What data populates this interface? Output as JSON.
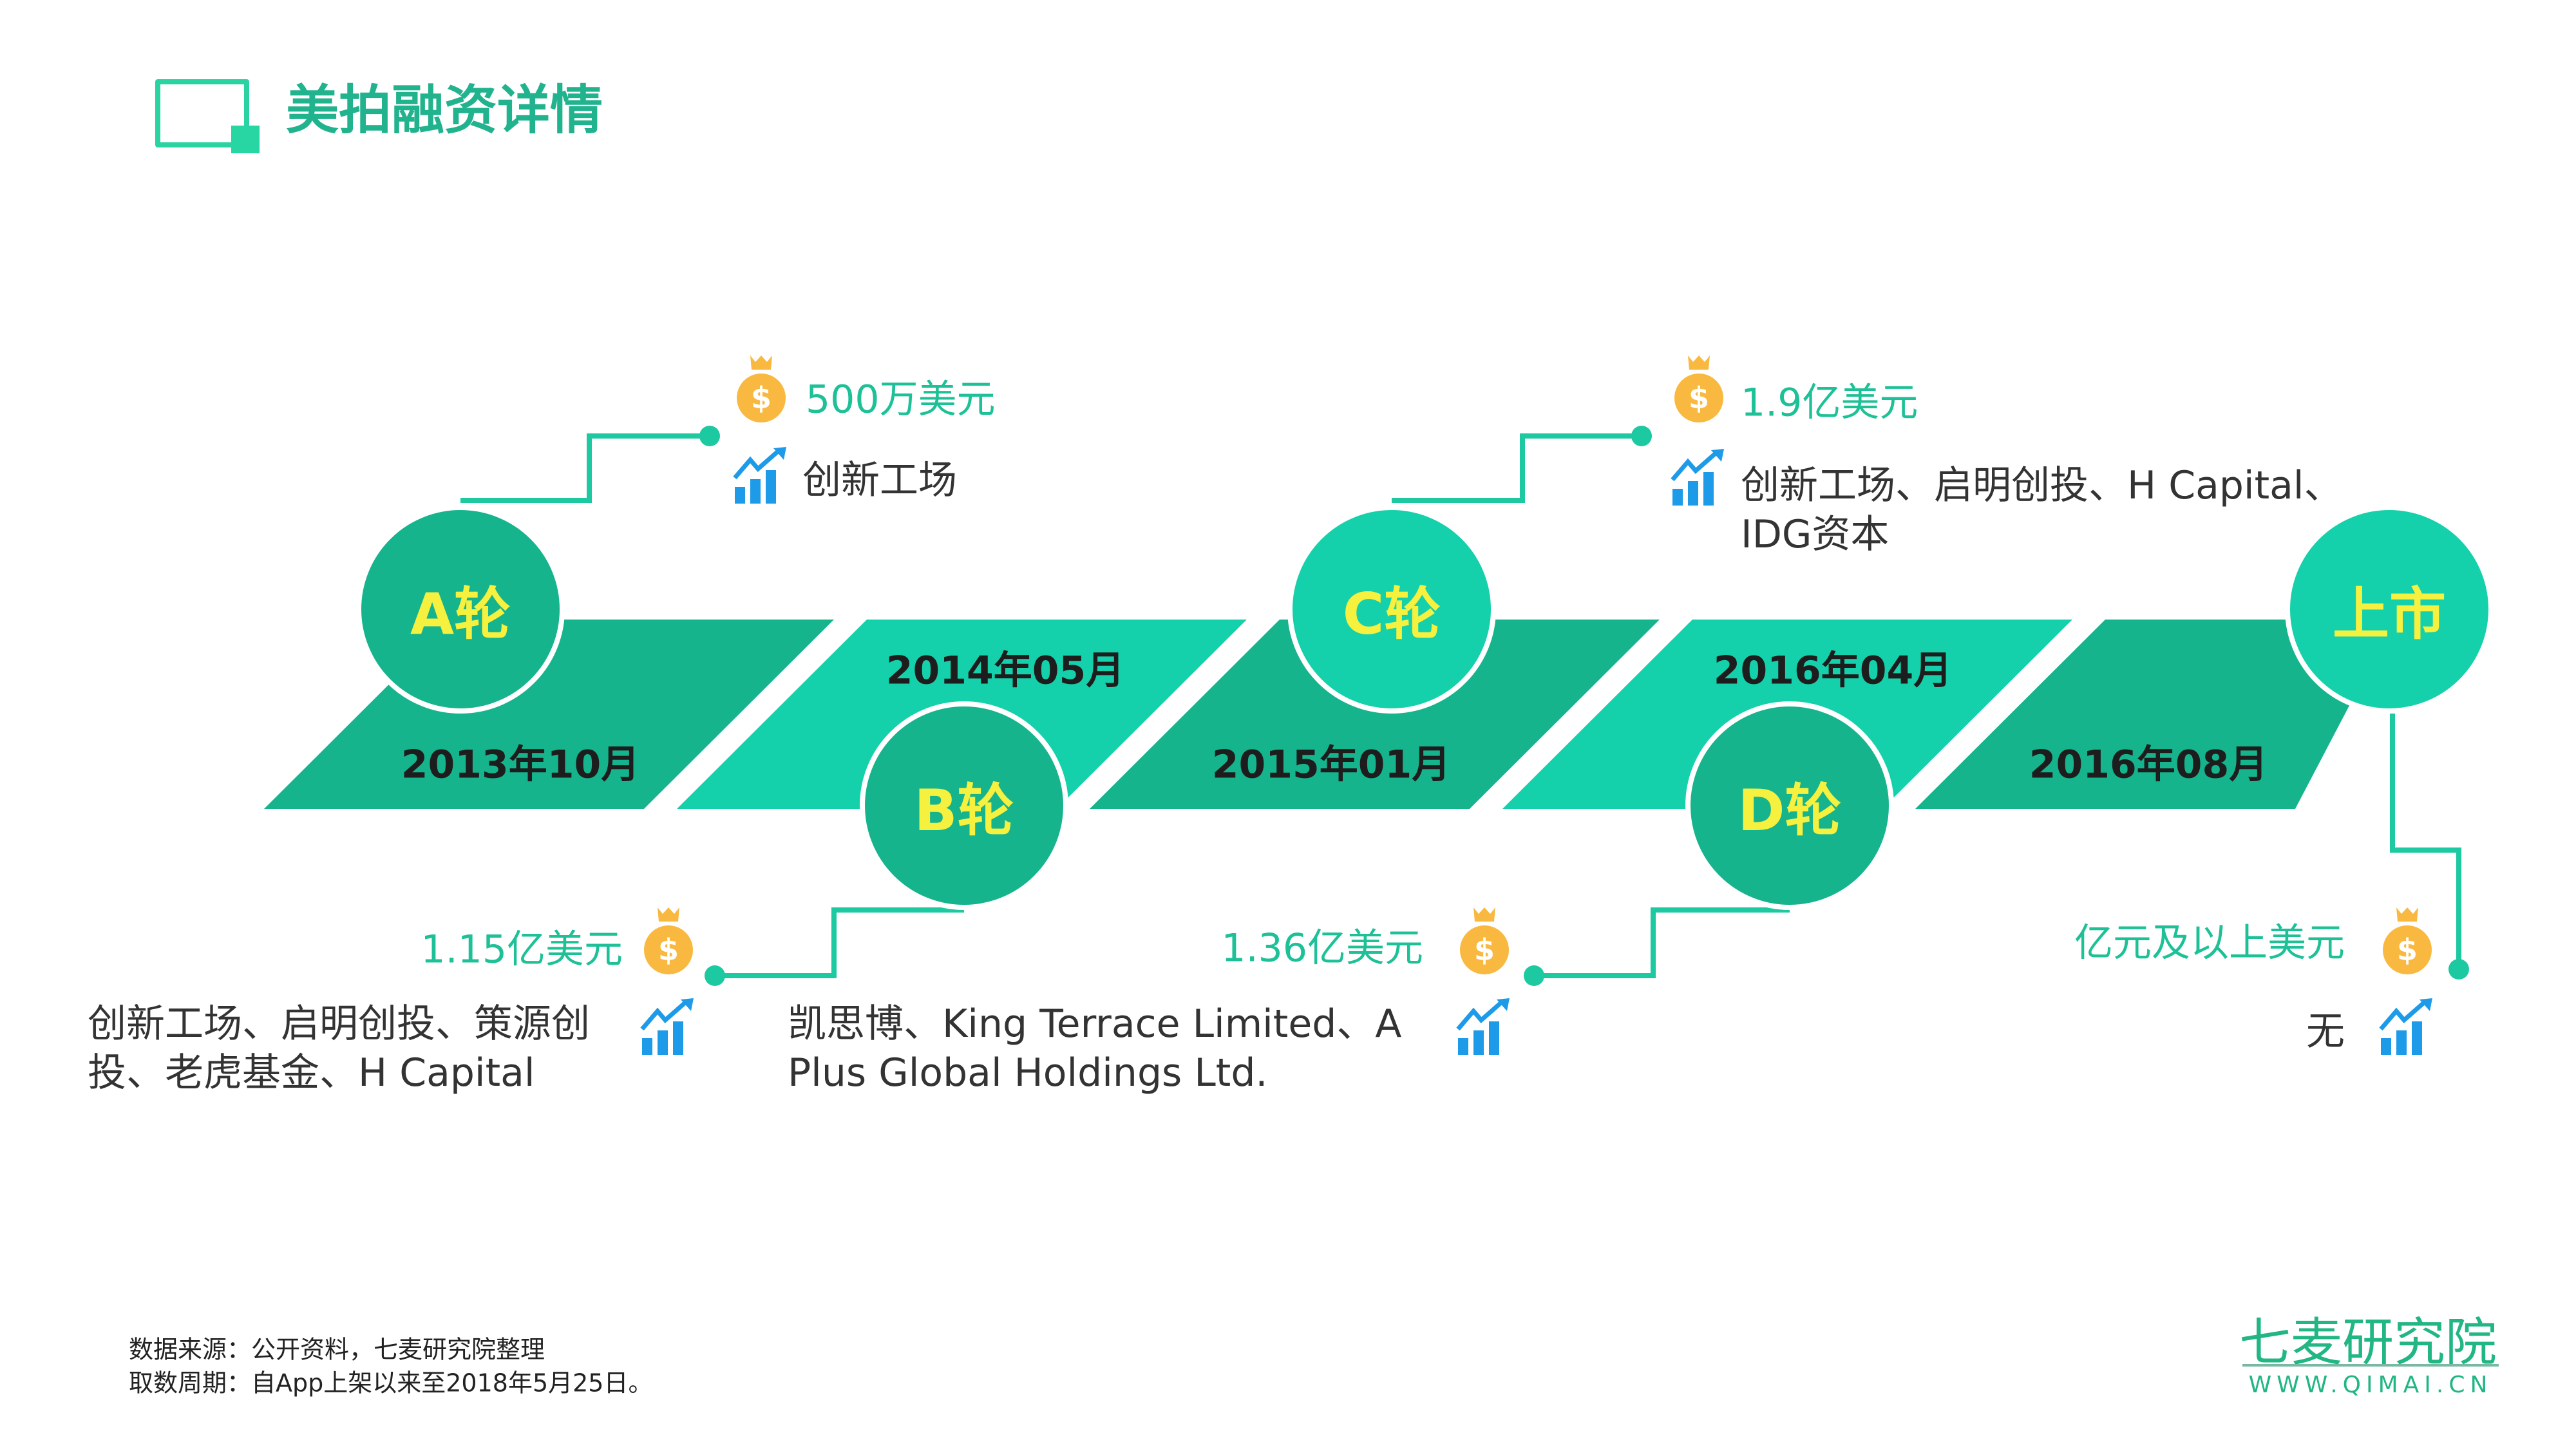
{
  "title": "美拍融资详情",
  "colors": {
    "dark": "#15b48d",
    "light": "#14d1ab",
    "line": "#1dc9a0",
    "label": "#f6f03e",
    "amount": "#1ec197",
    "bag": "#f9b941",
    "chart_icon": "#1e9be8"
  },
  "rounds": [
    {
      "label": "A轮",
      "date": "2013年10月",
      "amount": "500万美元",
      "investors": [
        "创新工场"
      ]
    },
    {
      "label": "B轮",
      "date": "2014年05月",
      "amount": "1.15亿美元",
      "investors": [
        "创新工场、启明创投、策源创",
        "投、老虎基金、H Capital"
      ]
    },
    {
      "label": "C轮",
      "date": "2015年01月",
      "amount": "1.9亿美元",
      "investors": [
        "创新工场、启明创投、H Capital、",
        "IDG资本"
      ]
    },
    {
      "label": "D轮",
      "date": "2016年04月",
      "amount": "1.36亿美元",
      "investors": [
        "凯思博、King Terrace Limited、A",
        "Plus Global Holdings Ltd."
      ]
    },
    {
      "label": "上市",
      "date": "2016年08月",
      "amount": "亿元及以上美元",
      "investors": [
        "无"
      ]
    }
  ],
  "footer": {
    "source": "数据来源：公开资料，七麦研究院整理",
    "period": "取数周期：自App上架以来至2018年5月25日。"
  },
  "logo": {
    "name": "七麦研究院",
    "url": "WWW.QIMAI.CN"
  }
}
